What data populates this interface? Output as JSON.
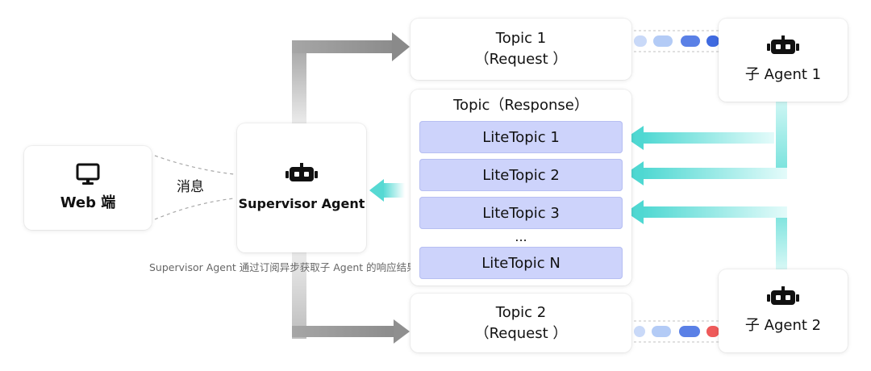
{
  "web": {
    "label": "Web 端",
    "icon": "monitor-icon"
  },
  "message_label": "消息",
  "supervisor": {
    "label": "Supervisor Agent",
    "icon": "robot-icon"
  },
  "caption": "Supervisor Agent 通过订阅异步获取子 Agent 的响应结果",
  "topic1": {
    "line1": "Topic 1",
    "line2": "（Request ）"
  },
  "topic2": {
    "line1": "Topic 2",
    "line2": "（Request ）"
  },
  "response": {
    "title": "Topic（Response）",
    "items": [
      "LiteTopic 1",
      "LiteTopic 2",
      "LiteTopic 3",
      "LiteTopic N"
    ],
    "ellipsis": "..."
  },
  "agent1": {
    "label": "子 Agent 1",
    "icon": "robot-icon"
  },
  "agent2": {
    "label": "子 Agent 2",
    "icon": "robot-icon"
  },
  "colors": {
    "lite_fill": "#cdd3fb",
    "teal_arrow": "#5fdcd6",
    "gray_arrow": "#9a9a9a",
    "pill_light": "#b9cdf7",
    "pill_blue": "#4f78e6",
    "pill_red": "#ee5a5a"
  }
}
